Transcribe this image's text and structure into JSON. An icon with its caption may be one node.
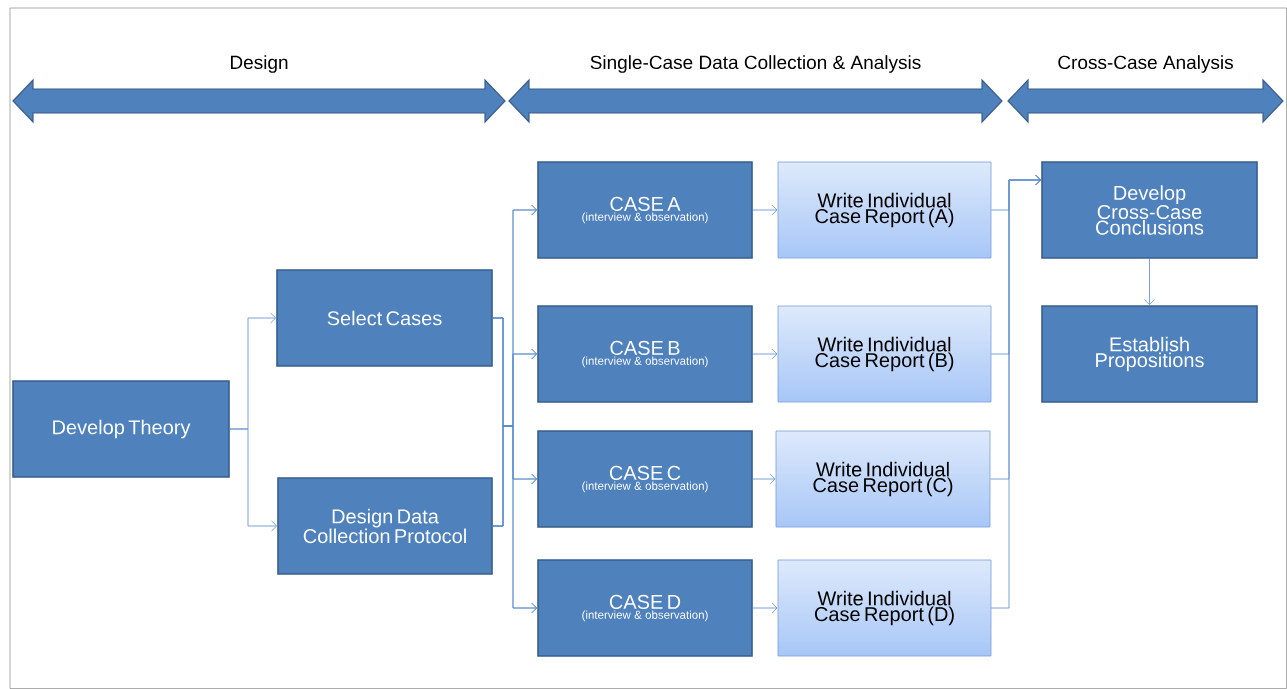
{
  "diagram": {
    "nodes": [
      {
        "text": [
          "Develop Theory"
        ]
      },
      {
        "text": [
          "Select Cases"
        ]
      },
      {
        "text": [
          "Design Data Collection Protocol"
        ]
      },
      {
        "text": [
          "CASE A",
          "(interview & observation)"
        ]
      },
      {
        "text": [
          "CASE B",
          "(interview & observation)"
        ]
      },
      {
        "text": [
          "CASE C",
          "(interview & observation)"
        ]
      },
      {
        "text": [
          "CASE D",
          "(interview & observation)"
        ]
      },
      {
        "text": [
          "Write Individual Case Report (A)"
        ]
      },
      {
        "text": [
          "Write Individual Case Report (B)"
        ]
      },
      {
        "text": [
          "Write Individual Case Report (C)"
        ]
      },
      {
        "text": [
          "Write Individual Case Report (D)"
        ]
      },
      {
        "text": [
          "Develop Cross-Case Conclusions"
        ]
      },
      {
        "text": [
          "Establish Propositions"
        ]
      }
    ],
    "edges": [
      {
        "from": 0,
        "to": 1,
        "arrow": "to"
      },
      {
        "from": 0,
        "to": 2,
        "arrow": "to"
      },
      {
        "from": 1,
        "to": 3,
        "arrow": "to"
      },
      {
        "from": 1,
        "to": 4,
        "arrow": "to"
      },
      {
        "from": 1,
        "to": 5,
        "arrow": "to"
      },
      {
        "from": 1,
        "to": 6,
        "arrow": "to"
      },
      {
        "from": 2,
        "to": 3,
        "arrow": "to"
      },
      {
        "from": 2,
        "to": 4,
        "arrow": "to"
      },
      {
        "from": 2,
        "to": 5,
        "arrow": "to"
      },
      {
        "from": 2,
        "to": 6,
        "arrow": "to"
      },
      {
        "from": 3,
        "to": 7,
        "arrow": "to"
      },
      {
        "from": 4,
        "to": 8,
        "arrow": "to"
      },
      {
        "from": 5,
        "to": 9,
        "arrow": "to"
      },
      {
        "from": 6,
        "to": 10,
        "arrow": "to"
      },
      {
        "from": 7,
        "to": 11,
        "arrow": "to"
      },
      {
        "from": 8,
        "to": 11,
        "arrow": "to"
      },
      {
        "from": 9,
        "to": 11,
        "arrow": "to"
      },
      {
        "from": 10,
        "to": 11,
        "arrow": "to"
      },
      {
        "from": 11,
        "to": 12,
        "arrow": "to"
      }
    ],
    "labels": [
      "Design",
      "Single-Case Data Collection & Analysis",
      "Cross-Case Analysis"
    ]
  }
}
